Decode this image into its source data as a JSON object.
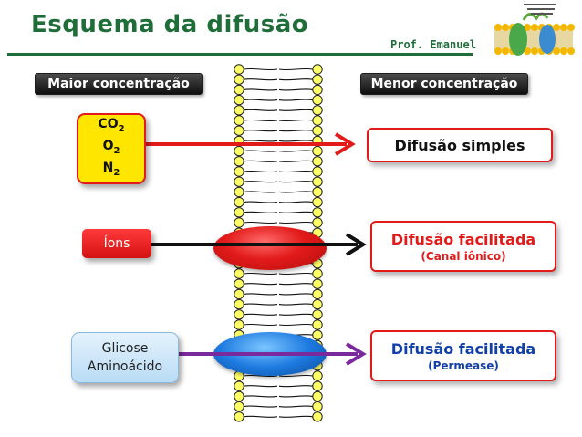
{
  "header": {
    "title": "Esquema da difusão",
    "author": "Prof. Emanuel"
  },
  "banners": {
    "left": "Maior concentração",
    "right": "Menor concentração"
  },
  "molecules": {
    "gases": [
      {
        "symbol": "CO",
        "sub": "2"
      },
      {
        "symbol": "O",
        "sub": "2"
      },
      {
        "symbol": "N",
        "sub": "2"
      }
    ],
    "ions": "Íons",
    "organic": [
      "Glicose",
      "Aminoácido"
    ]
  },
  "results": {
    "simple": {
      "title": "Difusão simples"
    },
    "channel": {
      "title": "Difusão facilitada",
      "subtitle": "(Canal iônico)"
    },
    "permease": {
      "title": "Difusão facilitada",
      "subtitle": "(Permease)"
    }
  },
  "colors": {
    "title_green": "#1f6e3a",
    "gas_box": "#ffe600",
    "ion_box": "#e21a1a",
    "organic_box": "#cce6f8",
    "arrow_red": "#e21a1a",
    "arrow_black": "#111111",
    "arrow_purple": "#7b2a9e",
    "lipid_head": "#ffff66"
  },
  "icons": {
    "membrane_thumbnail": "cell-membrane-illustration"
  }
}
